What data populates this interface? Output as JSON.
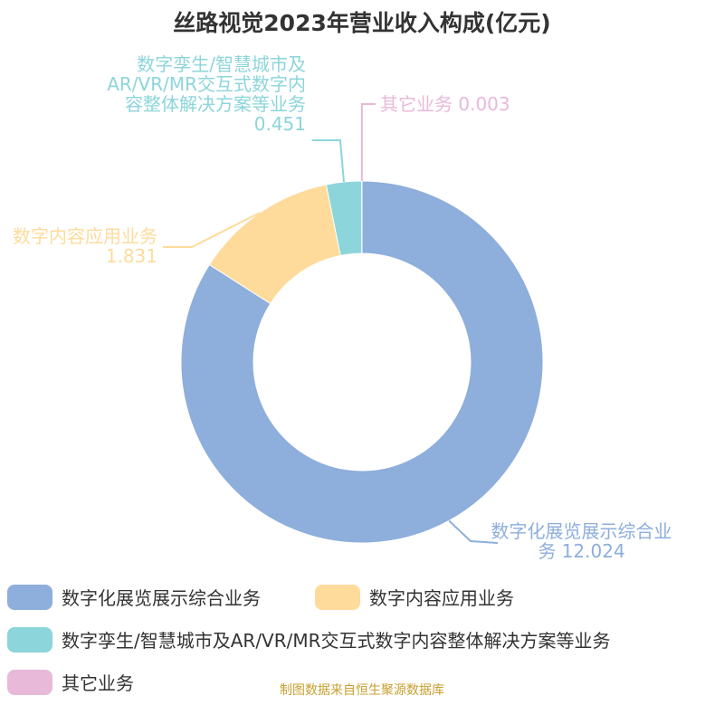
{
  "chart_data": {
    "type": "pie",
    "title": "丝路视觉2023年营业收入构成(亿元)",
    "series": [
      {
        "name": "数字化展览展示综合业务",
        "value": 12.024,
        "color": "#8eaedb",
        "label": "数字化展览展示综合业务 12.024"
      },
      {
        "name": "数字内容应用业务",
        "value": 1.831,
        "color": "#fedb9b",
        "label": "数字内容应用业务 1.831"
      },
      {
        "name": "数字孪生/智慧城市及AR/VR/MR交互式数字内容整体解决方案等业务",
        "value": 0.451,
        "color": "#8cd5da",
        "label": "数字孪生/智慧城市及AR/VR/MR交互式数字内容整体解决方案等业务 0.451"
      },
      {
        "name": "其它业务",
        "value": 0.003,
        "color": "#e8b9d9",
        "label": "其它业务 0.003"
      }
    ],
    "legend_position": "bottom"
  },
  "source": "制图数据来自恒生聚源数据库"
}
